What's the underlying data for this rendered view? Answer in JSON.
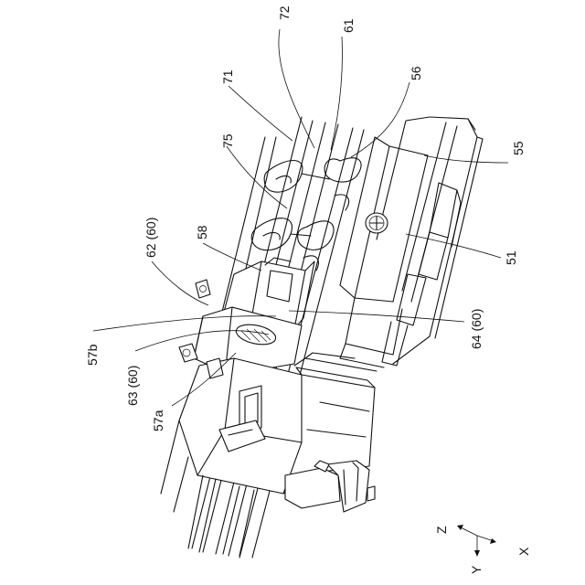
{
  "labels": {
    "l72": "72",
    "l61": "61",
    "l71": "71",
    "l56": "56",
    "l55": "55",
    "l75": "75",
    "l51": "51",
    "l62": "62 (60)",
    "l58": "58",
    "l64": "64 (60)",
    "l57b": "57b",
    "l63": "63 (60)",
    "l57a": "57a"
  },
  "axes": {
    "z": "Z",
    "y": "Y",
    "x": "X"
  }
}
